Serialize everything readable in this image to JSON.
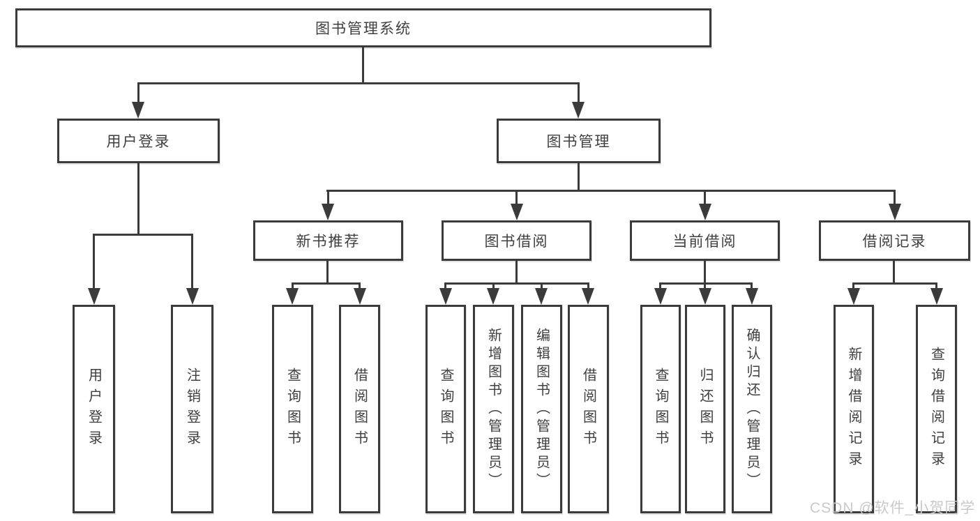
{
  "diagram": {
    "root": "图书管理系统",
    "level2": {
      "user_login": "用户登录",
      "book_management": "图书管理"
    },
    "level3": {
      "new_book_recommend": "新书推荐",
      "book_borrowing": "图书借阅",
      "current_borrowing": "当前借阅",
      "borrowing_records": "借阅记录"
    },
    "leaves": {
      "user_login": "用户登录",
      "logout": "注销登录",
      "nbr_query_books": "查询图书",
      "nbr_borrow_books": "借阅图书",
      "bb_query_books": "查询图书",
      "bb_add_books": "新增图书（管理员）",
      "bb_edit_books": "编辑图书（管理员）",
      "bb_borrow_books": "借阅图书",
      "cb_query_books": "查询图书",
      "cb_return_books": "归还图书",
      "cb_confirm_return": "确认归还（管理员）",
      "br_add_record": "新增借阅记录",
      "br_query_record": "查询借阅记录"
    }
  },
  "watermark": "CSDN @软件_小贺同学",
  "colors": {
    "line": "#3b3b3b",
    "text": "#3f3f3f",
    "watermark": "#c9c9c9",
    "background": "#ffffff"
  }
}
